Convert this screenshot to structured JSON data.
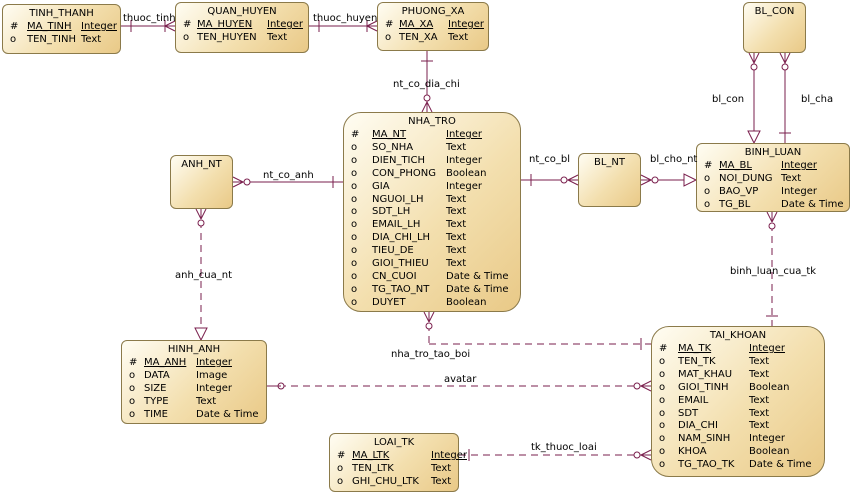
{
  "entities": [
    {
      "id": "tinh_thanh",
      "name": "TINH_THANH",
      "attrs": [
        {
          "marker": "#",
          "name": "MA_TINH",
          "type": "Integer",
          "pk": true
        },
        {
          "marker": "o",
          "name": "TEN_TINH",
          "type": "Text"
        }
      ]
    },
    {
      "id": "quan_huyen",
      "name": "QUAN_HUYEN",
      "attrs": [
        {
          "marker": "#",
          "name": "MA_HUYEN",
          "type": "Integer",
          "pk": true
        },
        {
          "marker": "o",
          "name": "TEN_HUYEN",
          "type": "Text"
        }
      ]
    },
    {
      "id": "phuong_xa",
      "name": "PHUONG_XA",
      "attrs": [
        {
          "marker": "#",
          "name": "MA_XA",
          "type": "Integer",
          "pk": true
        },
        {
          "marker": "o",
          "name": "TEN_XA",
          "type": "Text"
        }
      ]
    },
    {
      "id": "bl_con",
      "name": "BL_CON",
      "attrs": []
    },
    {
      "id": "anh_nt",
      "name": "ANH_NT",
      "attrs": []
    },
    {
      "id": "nha_tro",
      "name": "NHA_TRO",
      "attrs": [
        {
          "marker": "#",
          "name": "MA_NT",
          "type": "Integer",
          "pk": true
        },
        {
          "marker": "o",
          "name": "SO_NHA",
          "type": "Text"
        },
        {
          "marker": "o",
          "name": "DIEN_TICH",
          "type": "Integer"
        },
        {
          "marker": "o",
          "name": "CON_PHONG",
          "type": "Boolean"
        },
        {
          "marker": "o",
          "name": "GIA",
          "type": "Integer"
        },
        {
          "marker": "o",
          "name": "NGUOI_LH",
          "type": "Text"
        },
        {
          "marker": "o",
          "name": "SDT_LH",
          "type": "Text"
        },
        {
          "marker": "o",
          "name": "EMAIL_LH",
          "type": "Text"
        },
        {
          "marker": "o",
          "name": "DIA_CHI_LH",
          "type": "Text"
        },
        {
          "marker": "o",
          "name": "TIEU_DE",
          "type": "Text"
        },
        {
          "marker": "o",
          "name": "GIOI_THIEU",
          "type": "Text"
        },
        {
          "marker": "o",
          "name": "CN_CUOI",
          "type": "Date & Time"
        },
        {
          "marker": "o",
          "name": "TG_TAO_NT",
          "type": "Date & Time"
        },
        {
          "marker": "o",
          "name": "DUYET",
          "type": "Boolean"
        }
      ]
    },
    {
      "id": "bl_nt",
      "name": "BL_NT",
      "attrs": []
    },
    {
      "id": "binh_luan",
      "name": "BINH_LUAN",
      "attrs": [
        {
          "marker": "#",
          "name": "MA_BL",
          "type": "Integer",
          "pk": true
        },
        {
          "marker": "o",
          "name": "NOI_DUNG",
          "type": "Text"
        },
        {
          "marker": "o",
          "name": "BAO_VP",
          "type": "Integer"
        },
        {
          "marker": "o",
          "name": "TG_BL",
          "type": "Date & Time"
        }
      ]
    },
    {
      "id": "hinh_anh",
      "name": "HINH_ANH",
      "attrs": [
        {
          "marker": "#",
          "name": "MA_ANH",
          "type": "Integer",
          "pk": true
        },
        {
          "marker": "o",
          "name": "DATA",
          "type": "Image"
        },
        {
          "marker": "o",
          "name": "SIZE",
          "type": "Integer"
        },
        {
          "marker": "o",
          "name": "TYPE",
          "type": "Text"
        },
        {
          "marker": "o",
          "name": "TIME",
          "type": "Date & Time"
        }
      ]
    },
    {
      "id": "tai_khoan",
      "name": "TAI_KHOAN",
      "attrs": [
        {
          "marker": "#",
          "name": "MA_TK",
          "type": "Integer",
          "pk": true
        },
        {
          "marker": "o",
          "name": "TEN_TK",
          "type": "Text"
        },
        {
          "marker": "o",
          "name": "MAT_KHAU",
          "type": "Text"
        },
        {
          "marker": "o",
          "name": "GIOI_TINH",
          "type": "Boolean"
        },
        {
          "marker": "o",
          "name": "EMAIL",
          "type": "Text"
        },
        {
          "marker": "o",
          "name": "SDT",
          "type": "Text"
        },
        {
          "marker": "o",
          "name": "DIA_CHI",
          "type": "Text"
        },
        {
          "marker": "o",
          "name": "NAM_SINH",
          "type": "Integer"
        },
        {
          "marker": "o",
          "name": "KHOA",
          "type": "Boolean"
        },
        {
          "marker": "o",
          "name": "TG_TAO_TK",
          "type": "Date & Time"
        }
      ]
    },
    {
      "id": "loai_tk",
      "name": "LOAI_TK",
      "attrs": [
        {
          "marker": "#",
          "name": "MA_LTK",
          "type": "Integer",
          "pk": true
        },
        {
          "marker": "o",
          "name": "TEN_LTK",
          "type": "Text"
        },
        {
          "marker": "o",
          "name": "GHI_CHU_LTK",
          "type": "Text"
        }
      ]
    }
  ],
  "relationships": [
    {
      "id": "thuoc_tinh",
      "label": "thuoc_tinh"
    },
    {
      "id": "thuoc_huyen",
      "label": "thuoc_huyen"
    },
    {
      "id": "nt_co_dia_chi",
      "label": "nt_co_dia_chi"
    },
    {
      "id": "bl_con",
      "label": "bl_con"
    },
    {
      "id": "bl_cha",
      "label": "bl_cha"
    },
    {
      "id": "nt_co_anh",
      "label": "nt_co_anh"
    },
    {
      "id": "nt_co_bl",
      "label": "nt_co_bl"
    },
    {
      "id": "bl_cho_nt",
      "label": "bl_cho_nt"
    },
    {
      "id": "anh_cua_nt",
      "label": "anh_cua_nt"
    },
    {
      "id": "binh_luan_cua_tk",
      "label": "binh_luan_cua_tk"
    },
    {
      "id": "nha_tro_tao_boi",
      "label": "nha_tro_tao_boi"
    },
    {
      "id": "avatar",
      "label": "avatar"
    },
    {
      "id": "tk_thuoc_loai",
      "label": "tk_thuoc_loai"
    }
  ],
  "colors": {
    "line": "#7a1f4d",
    "border": "#8b7a4a"
  }
}
